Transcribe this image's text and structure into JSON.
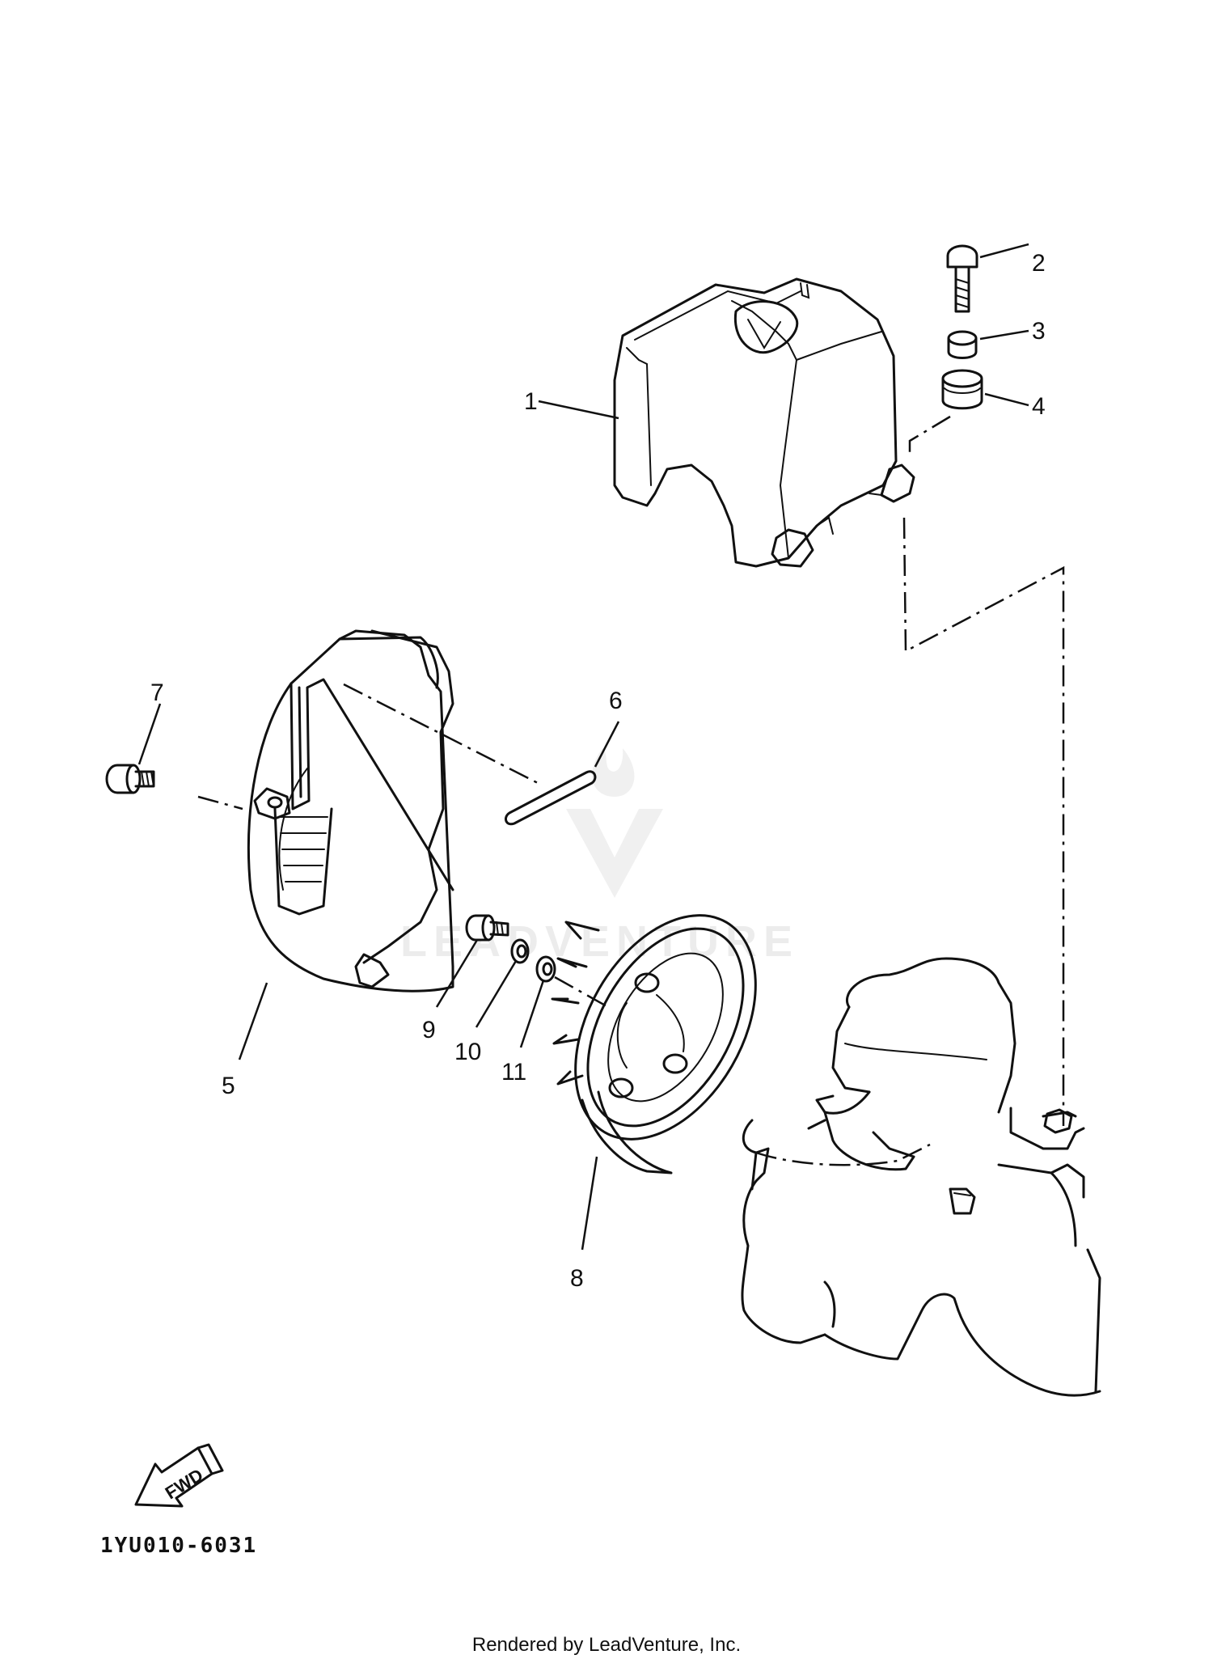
{
  "callouts": [
    {
      "id": "1",
      "label": "1"
    },
    {
      "id": "2",
      "label": "2"
    },
    {
      "id": "3",
      "label": "3"
    },
    {
      "id": "4",
      "label": "4"
    },
    {
      "id": "5",
      "label": "5"
    },
    {
      "id": "6",
      "label": "6"
    },
    {
      "id": "7",
      "label": "7"
    },
    {
      "id": "8",
      "label": "8"
    },
    {
      "id": "9",
      "label": "9"
    },
    {
      "id": "10",
      "label": "10"
    },
    {
      "id": "11",
      "label": "11"
    }
  ],
  "forward_marker": {
    "label": "FWD",
    "icon": "fwd-arrow-icon"
  },
  "diagram_code": "1YU010-6031",
  "watermark": "LEADVENTURE",
  "footer_text": "Rendered by LeadVenture, Inc."
}
